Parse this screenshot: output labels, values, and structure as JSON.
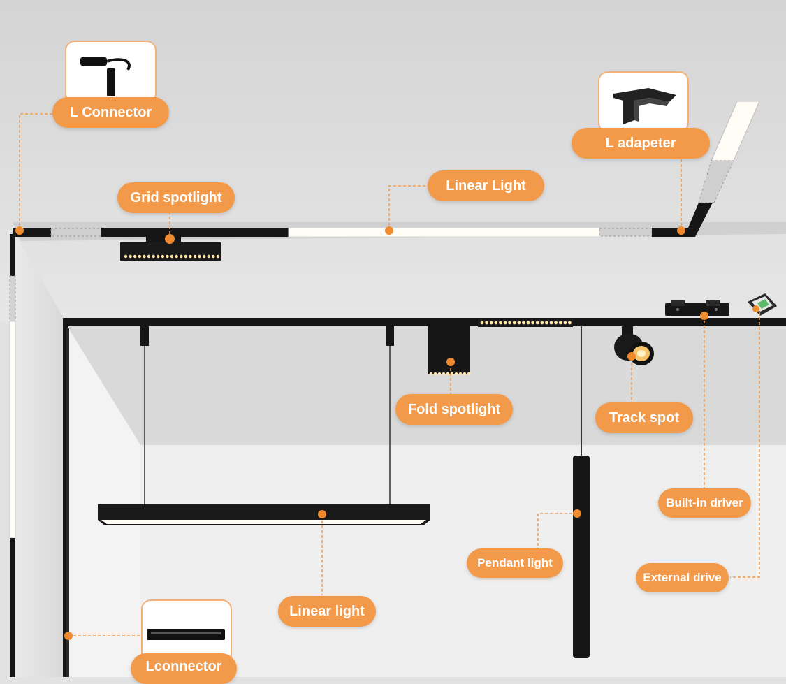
{
  "colors": {
    "accent": "#f29a4a",
    "dot": "#f08a2e",
    "track": "#161616",
    "glow": "#fffdf5"
  },
  "labels": {
    "l_connector_top": "L Connector",
    "l_adapeter": "L adapeter",
    "grid_spotlight": "Grid spotlight",
    "linear_light_top": "Linear Light",
    "fold_spotlight": "Fold spotlight",
    "track_spot": "Track spot",
    "built_in_driver": "Built-in driver",
    "pendant_light": "Pendant light",
    "external_drive": "External drive",
    "linear_light_bottom": "Linear light",
    "l_connector_bottom": "Lconnector"
  },
  "icons": [
    "l-connector-icon",
    "l-adapter-icon",
    "straight-connector-icon"
  ]
}
